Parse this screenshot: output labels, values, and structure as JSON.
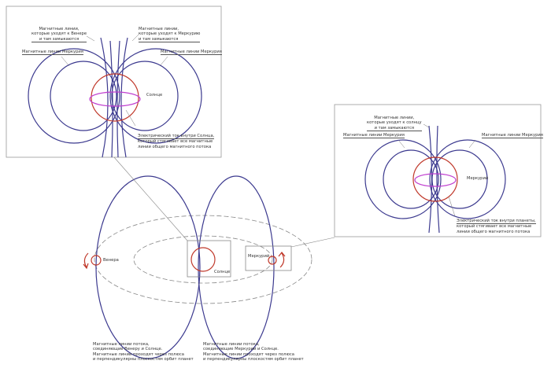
{
  "colors": {
    "field": "#3c3a8f",
    "current": "#c0392b",
    "ring": "#c040d0",
    "orbit": "#888888"
  },
  "sun_detail": {
    "lines_venus": [
      "Магнитные линии,",
      "которые уходят к Венере",
      "и там замыкаются"
    ],
    "lines_mercury": [
      "Магнитные линии,",
      "которые уходят к Меркурию",
      "и там замыкаются"
    ],
    "mercury_left": "Магнитные линии Меркурия",
    "mercury_right": "Магнитные линии Меркурия",
    "body": "Солнце",
    "current": [
      "Электрический ток внутри Солнца,",
      "который стягивает все магнитные",
      "линии общего магнитного потока"
    ]
  },
  "mercury_detail": {
    "lines_sun": [
      "Магнитные линии,",
      "которые уходят к солнцу",
      "и там замыкаются"
    ],
    "mercury_left": "Магнитные линии Меркурия",
    "mercury_right": "Магнитные линии Меркурия",
    "body": "Меркурий",
    "current": [
      "Электрический ток внутри планеты,",
      "который стягивает все магнитные",
      "линии общего магнитного потока"
    ]
  },
  "main": {
    "venus": "Венера",
    "sun": "Солнце",
    "mercury": "Меркурий",
    "caption_venus": [
      "Магнитные линии потока,",
      "соединяющие Венеру и Солнце.",
      "Магнитные линии проходят через полюса",
      "и перпендикулярны плоскостям орбит планет"
    ],
    "caption_mercury": [
      "Магнитные линии потока,",
      "соединяющие Меркурий и Солнце.",
      "Магнитные линии проходят через полюса",
      "и перпендикулярны плоскостям орбит планет"
    ]
  }
}
